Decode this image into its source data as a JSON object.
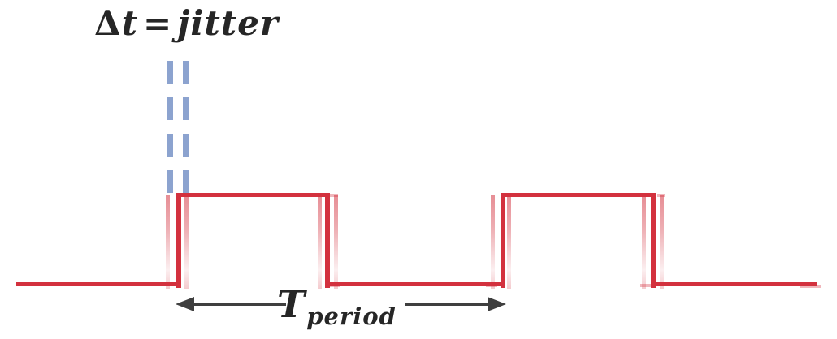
{
  "figure": {
    "title": "Clock signal jitter diagram",
    "description": "Square-wave clock with ghosted (jittered) edge positions on every transition; a dashed blue window marks the jitter interval at the first rising edge; a double-headed arrow marks one period between consecutive rising edges.",
    "waveform_type": "square wave with jitter ghost edges",
    "pulse_count": 2
  },
  "labels": {
    "jitter": {
      "delta": "Δ",
      "variable": "t",
      "equals": "=",
      "value": "jitter"
    },
    "period": {
      "symbol": "T",
      "subscript": "period"
    }
  },
  "colors": {
    "waveform_red": "#d3313e",
    "jitter_blue": "#8ca3cf",
    "label_text": "#262626",
    "arrow_gray": "#3f3f3f",
    "background": "#ffffff"
  }
}
